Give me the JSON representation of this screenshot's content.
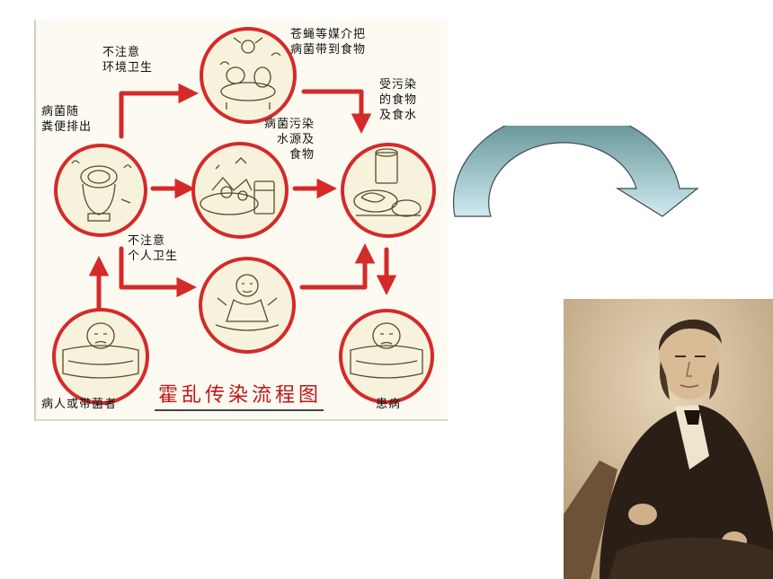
{
  "diagram": {
    "title": "霍乱传染流程图",
    "labels": {
      "env_hygiene": "不注意\n环境卫生",
      "flies": "苍蝇等媒介把\n病菌带到食物",
      "feces": "病菌随\n粪便排出",
      "water": "病菌污染\n水源及\n食物",
      "contaminated_food": "受污染\n的食物\n及食水",
      "personal_hygiene": "不注意\n个人卫生",
      "patient_carrier": "病人或带菌者",
      "sick": "患病"
    }
  },
  "colors": {
    "accent_red": "#d42a2a",
    "circle_fill": "#f7f2dc",
    "arrow_fill_top": "#4f8385",
    "arrow_fill_bottom": "#c5e6ec"
  }
}
